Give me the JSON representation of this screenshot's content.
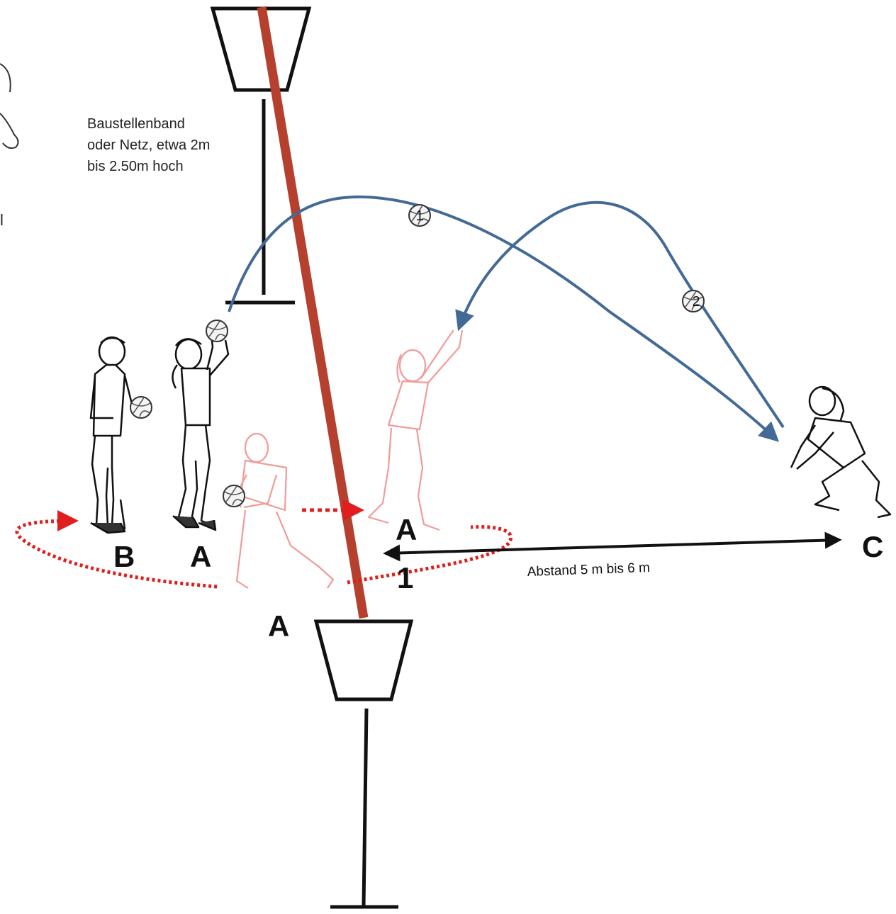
{
  "note": {
    "lines": [
      "Baustellenband",
      "oder Netz, etwa 2m",
      "bis 2.50m hoch"
    ]
  },
  "distance": {
    "label": "Abstand 5 m bis 6 m"
  },
  "labels": {
    "b": "B",
    "a_queue": "A",
    "a_front": "A",
    "a_bottom": "A",
    "c": "C",
    "one": "1"
  },
  "balls": {
    "pass_1": "1",
    "pass_2": "2"
  },
  "edge_fragment": "l",
  "colors": {
    "rope": "#b5402d",
    "pass_arc": "#436a96",
    "run_path": "#e01e1e",
    "faded_player": "#f29a9a",
    "ink": "#111111"
  }
}
